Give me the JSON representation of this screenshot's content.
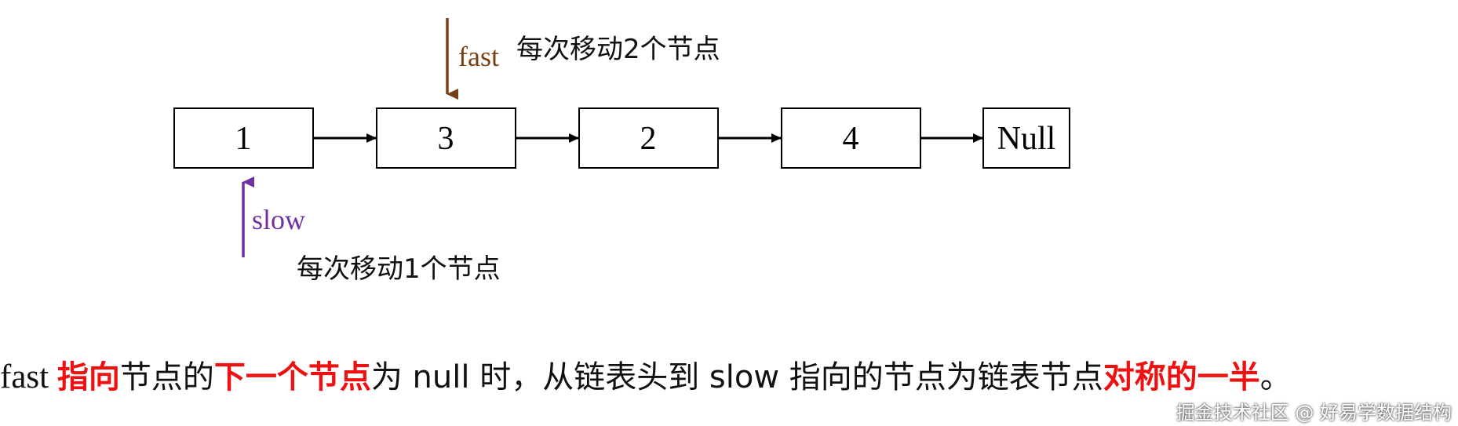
{
  "nodes": [
    "1",
    "3",
    "2",
    "4",
    "Null"
  ],
  "fast": {
    "label": "fast",
    "note": "每次移动2个节点",
    "color": "#7a3f12"
  },
  "slow": {
    "label": "slow",
    "note": "每次移动1个节点",
    "color": "#7030a0"
  },
  "caption": {
    "p1": "fast ",
    "p2": "指向",
    "p3": "节点的",
    "p4": "下一个节点",
    "p5": "为 null 时，从链表头到 slow 指向的节点为链表节点",
    "p6": "对称的一半",
    "p7": "。",
    "highlight_color": "#ee1111"
  },
  "watermark": "掘金技术社区 @ 好易学数据结构"
}
